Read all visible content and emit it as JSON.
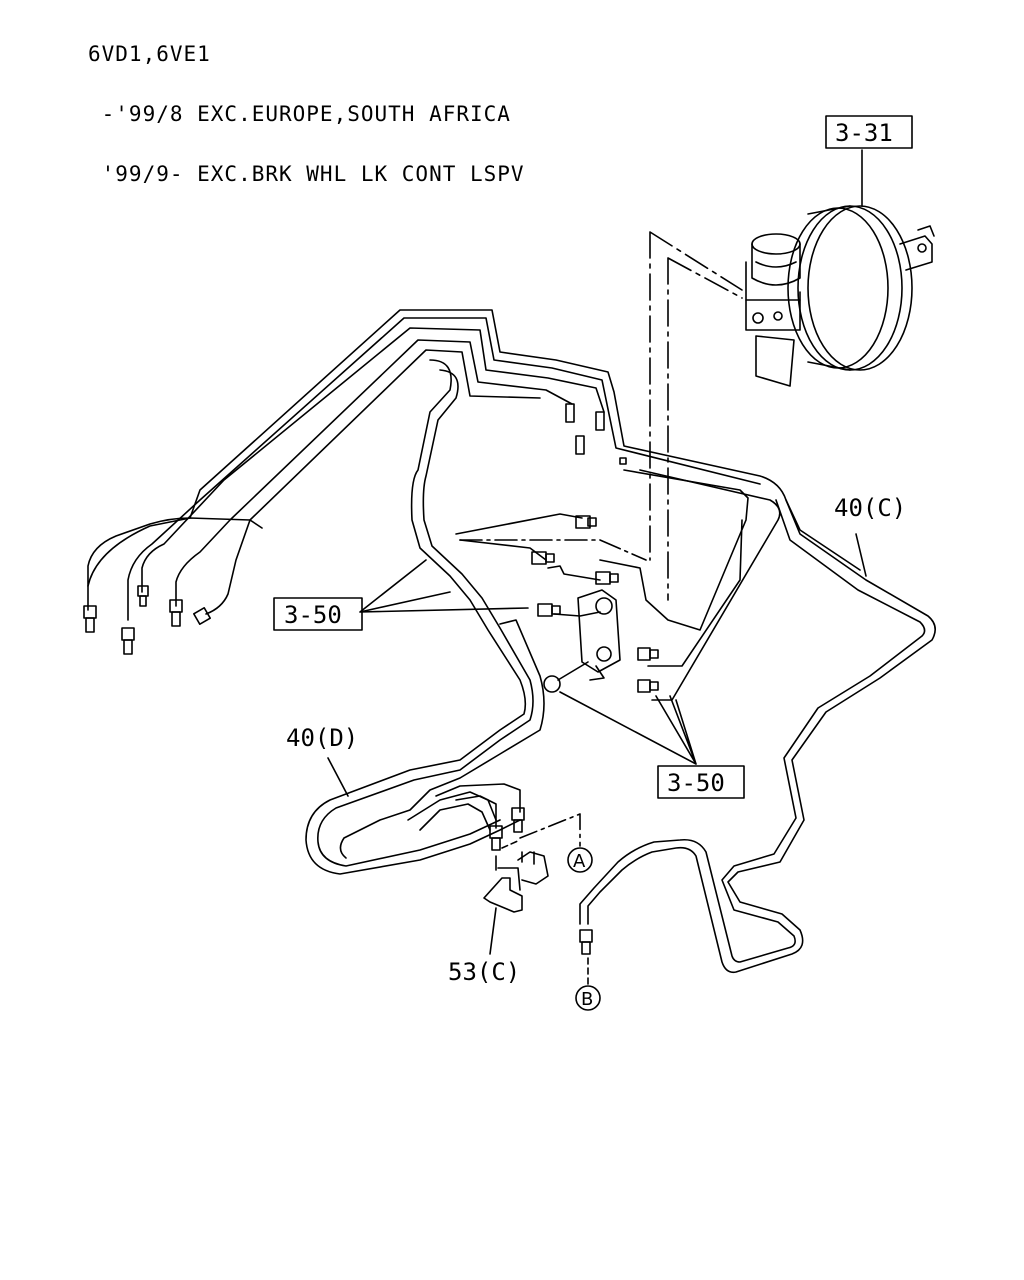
{
  "header": {
    "line1": "6VD1,6VE1",
    "line2": " -'99/8 EXC.EUROPE,SOUTH AFRICA",
    "line3": " '99/9- EXC.BRK WHL LK CONT LSPV"
  },
  "callouts": {
    "ref_booster": "3-31",
    "ref_fittings_upper": "3-50",
    "ref_fittings_lower": "3-50",
    "pipe_c": "40(C)",
    "pipe_d": "40(D)",
    "bracket": "53(C)",
    "connector_a": "A",
    "connector_b": "B"
  }
}
